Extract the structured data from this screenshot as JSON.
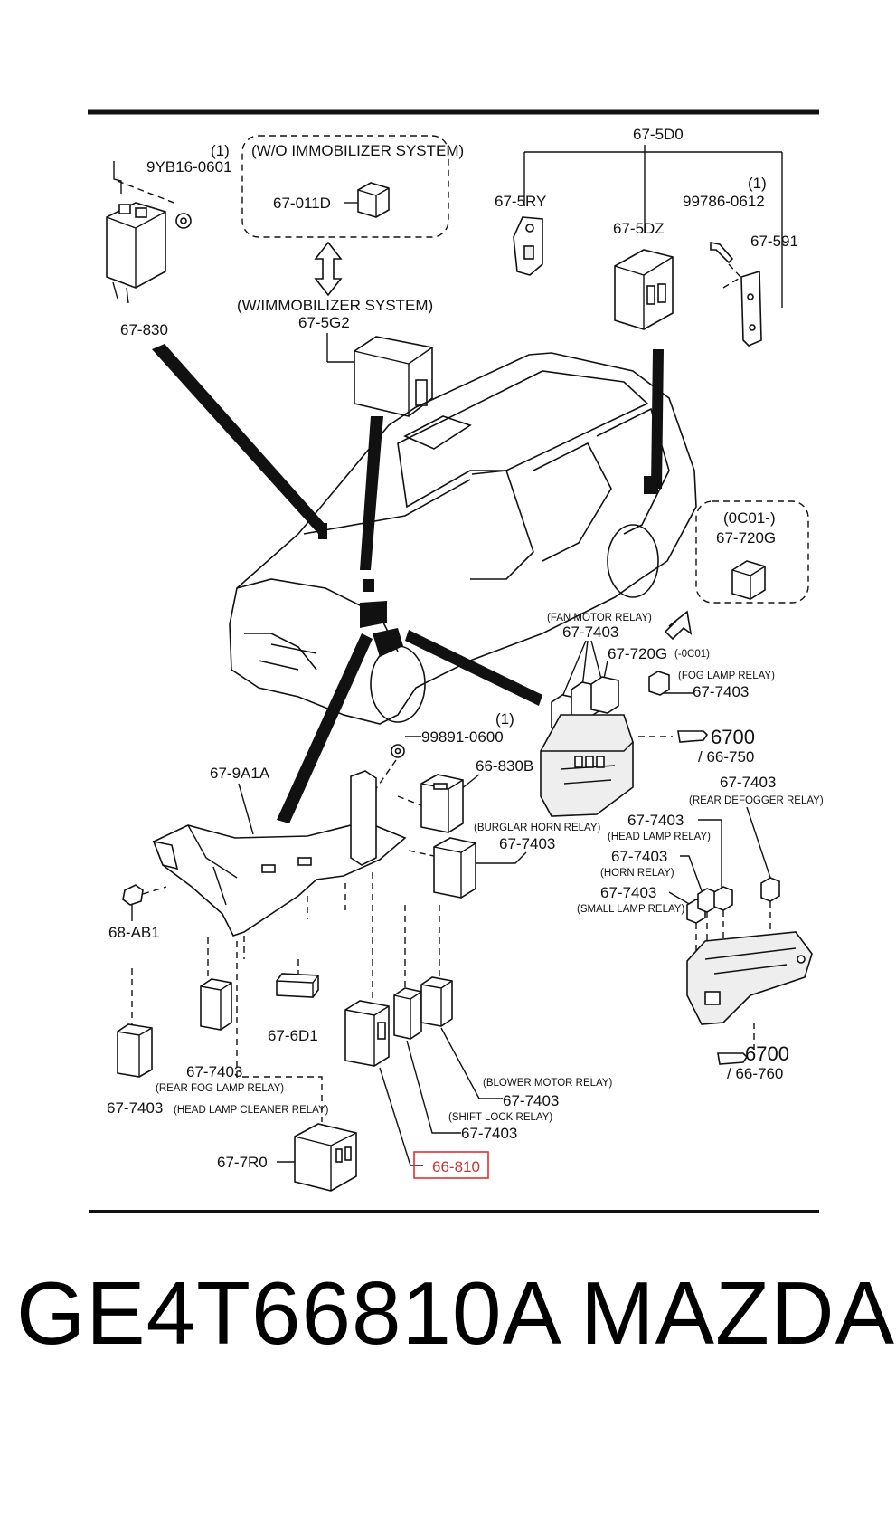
{
  "footer": {
    "part_number": "GE4T66810A",
    "brand": "MAZDA"
  },
  "highlight": {
    "part": "66-810",
    "color": "#e03030"
  },
  "labels": {
    "c_9yb16": "9YB16-0601",
    "c_9yb16_q": "(1)",
    "wo_immob": "(W/O IMMOBILIZER SYSTEM)",
    "p_67011d": "67-011D",
    "w_immob": "(W/IMMOBILIZER SYSTEM)",
    "p_675g2": "67-5G2",
    "p_67830": "67-830",
    "p_675d0": "67-5D0",
    "p_675ry": "67-5RY",
    "p_675dz": "67-5DZ",
    "c_99786": "99786-0612",
    "c_99786_q": "(1)",
    "p_67591": "67-591",
    "oc01_label": "(0C01-)",
    "p_67720g_box": "67-720G",
    "fan_relay": "(FAN MOTOR RELAY)",
    "p_7403_fan": "67-7403",
    "p_67720g": "67-720G",
    "oc01_suffix": "(-0C01)",
    "fog_relay": "(FOG LAMP RELAY)",
    "p_7403_fog": "67-7403",
    "c_99891": "99891-0600",
    "c_99891_q": "(1)",
    "p_6700_a": "6700",
    "p_66750": "/ 66-750",
    "p_679a1a": "67-9A1A",
    "p_66830b": "66-830B",
    "burglar_relay": "(BURGLAR HORN RELAY)",
    "p_7403_burglar": "67-7403",
    "p_7403_rdef": "67-7403",
    "rdef_relay": "(REAR DEFOGGER RELAY)",
    "p_7403_head": "67-7403",
    "head_relay": "(HEAD LAMP RELAY)",
    "p_7403_horn": "67-7403",
    "horn_relay": "(HORN RELAY)",
    "p_7403_small": "67-7403",
    "small_relay": "(SMALL LAMP RELAY)",
    "p_68ab1": "68-AB1",
    "p_676d1": "67-6D1",
    "p_7403_rfog": "67-7403",
    "rfog_relay": "(REAR FOG LAMP RELAY)",
    "p_7403_hlc": "67-7403",
    "hlc_relay": "(HEAD LAMP CLEANER RELAY)",
    "blower_relay": "(BLOWER MOTOR RELAY)",
    "p_7403_blower": "67-7403",
    "shift_relay": "(SHIFT LOCK RELAY)",
    "p_7403_shift": "67-7403",
    "p_66810": "66-810",
    "p_677r0": "67-7R0",
    "p_6700_b": "6700",
    "p_66760": "/ 66-760"
  }
}
